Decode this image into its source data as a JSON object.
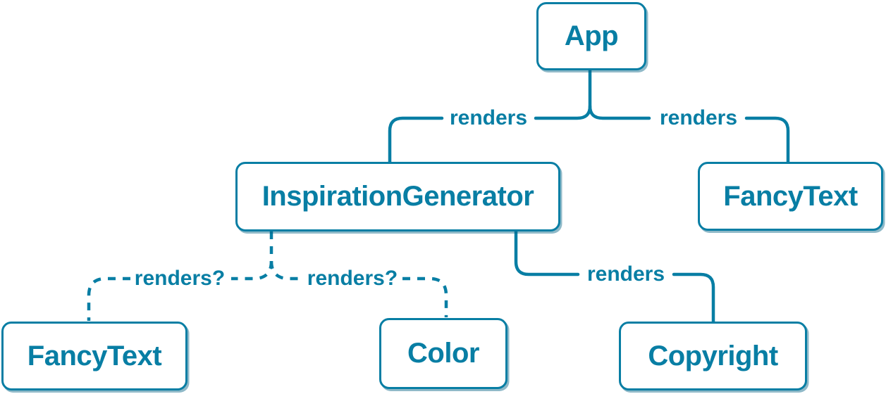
{
  "diagram": {
    "background_color": "#ffffff",
    "accent_color": "#087ea4",
    "nodes": [
      {
        "id": "app",
        "label": "App"
      },
      {
        "id": "inspiration-generator",
        "label": "InspirationGenerator"
      },
      {
        "id": "fancy-text-top",
        "label": "FancyText"
      },
      {
        "id": "fancy-text-bottom",
        "label": "FancyText"
      },
      {
        "id": "color",
        "label": "Color"
      },
      {
        "id": "copyright",
        "label": "Copyright"
      }
    ],
    "edges": [
      {
        "from": "App",
        "to": "InspirationGenerator",
        "label": "renders",
        "style": "solid"
      },
      {
        "from": "App",
        "to": "FancyText",
        "label": "renders",
        "style": "solid"
      },
      {
        "from": "InspirationGenerator",
        "to": "FancyText",
        "label": "renders?",
        "style": "dashed"
      },
      {
        "from": "InspirationGenerator",
        "to": "Color",
        "label": "renders?",
        "style": "dashed"
      },
      {
        "from": "InspirationGenerator",
        "to": "Copyright",
        "label": "renders",
        "style": "solid"
      }
    ]
  }
}
